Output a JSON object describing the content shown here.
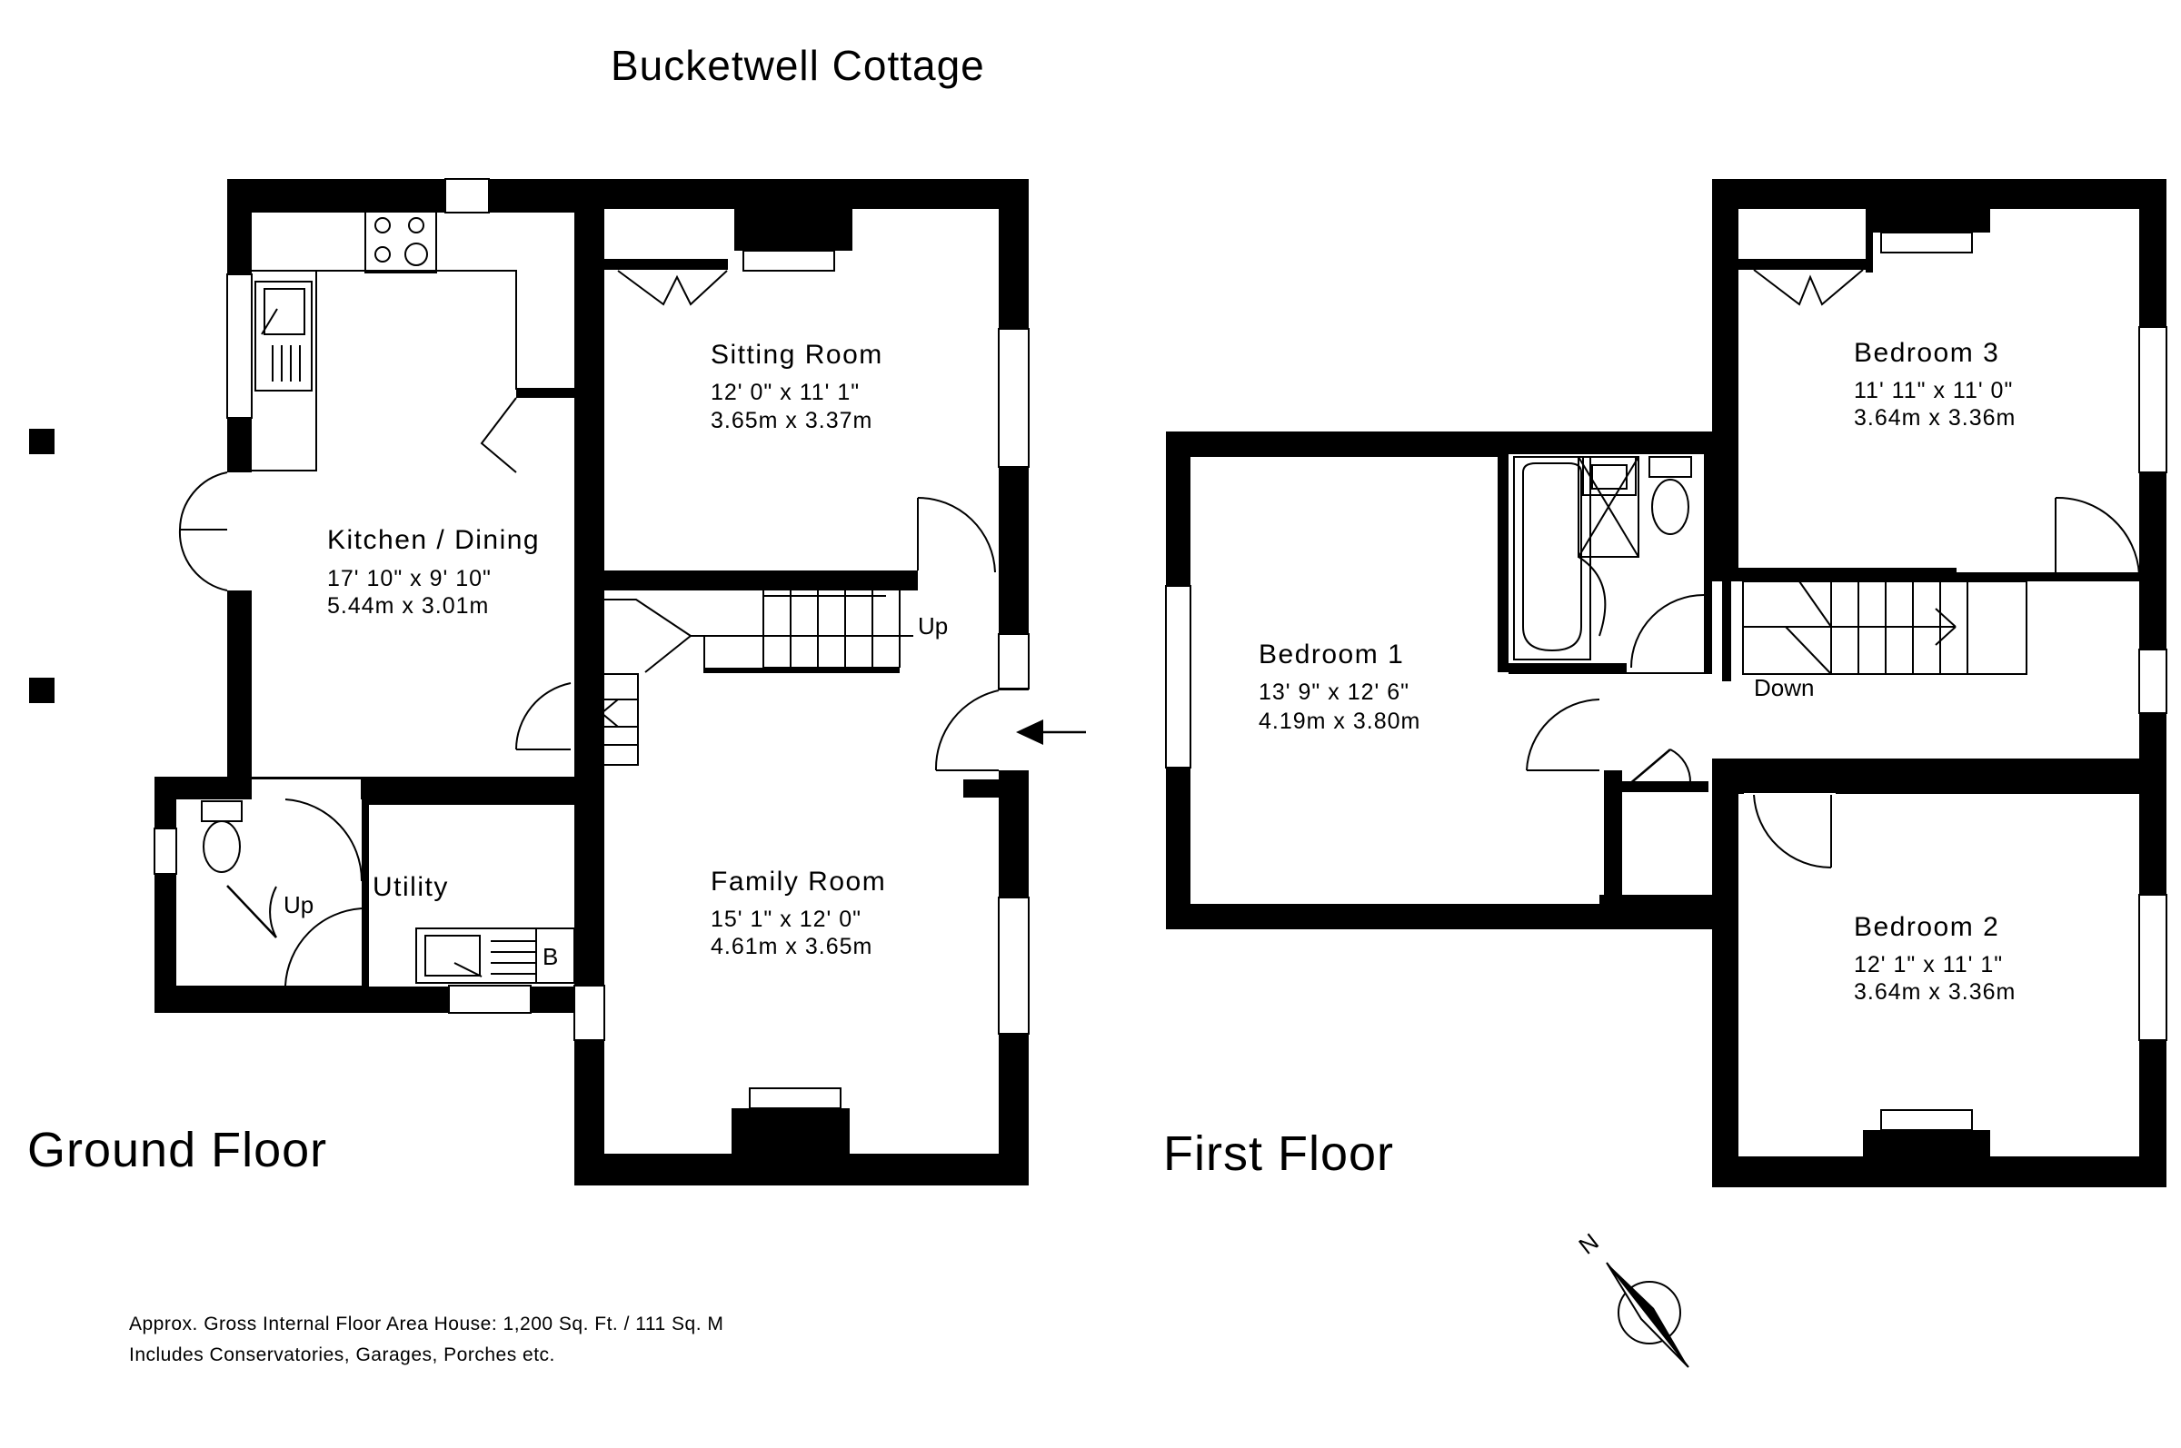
{
  "title": "Bucketwell Cottage",
  "ground_floor": {
    "label": "Ground Floor",
    "rooms": {
      "kitchen": {
        "name": "Kitchen / Dining",
        "dim_imperial": "17' 10\" x 9' 10\"",
        "dim_metric": "5.44m x 3.01m"
      },
      "sitting": {
        "name": "Sitting Room",
        "dim_imperial": "12' 0\" x 11' 1\"",
        "dim_metric": "3.65m x 3.37m"
      },
      "family": {
        "name": "Family Room",
        "dim_imperial": "15' 1\" x 12' 0\"",
        "dim_metric": "4.61m x 3.65m"
      },
      "utility": {
        "name": "Utility"
      }
    },
    "stairs_up_label": "Up",
    "utility_up_label": "Up",
    "boiler_label": "B"
  },
  "first_floor": {
    "label": "First Floor",
    "rooms": {
      "bedroom1": {
        "name": "Bedroom 1",
        "dim_imperial": "13' 9\" x 12' 6\"",
        "dim_metric": "4.19m x 3.80m"
      },
      "bedroom2": {
        "name": "Bedroom 2",
        "dim_imperial": "12' 1\" x 11' 1\"",
        "dim_metric": "3.64m x 3.36m"
      },
      "bedroom3": {
        "name": "Bedroom 3",
        "dim_imperial": "11' 11\" x 11' 0\"",
        "dim_metric": "3.64m x 3.36m"
      }
    },
    "stairs_down_label": "Down"
  },
  "compass": {
    "letter": "N"
  },
  "footer": {
    "area": "Approx. Gross Internal Floor Area House: 1,200 Sq. Ft. / 111 Sq. M",
    "includes": "Includes Conservatories, Garages, Porches etc."
  }
}
